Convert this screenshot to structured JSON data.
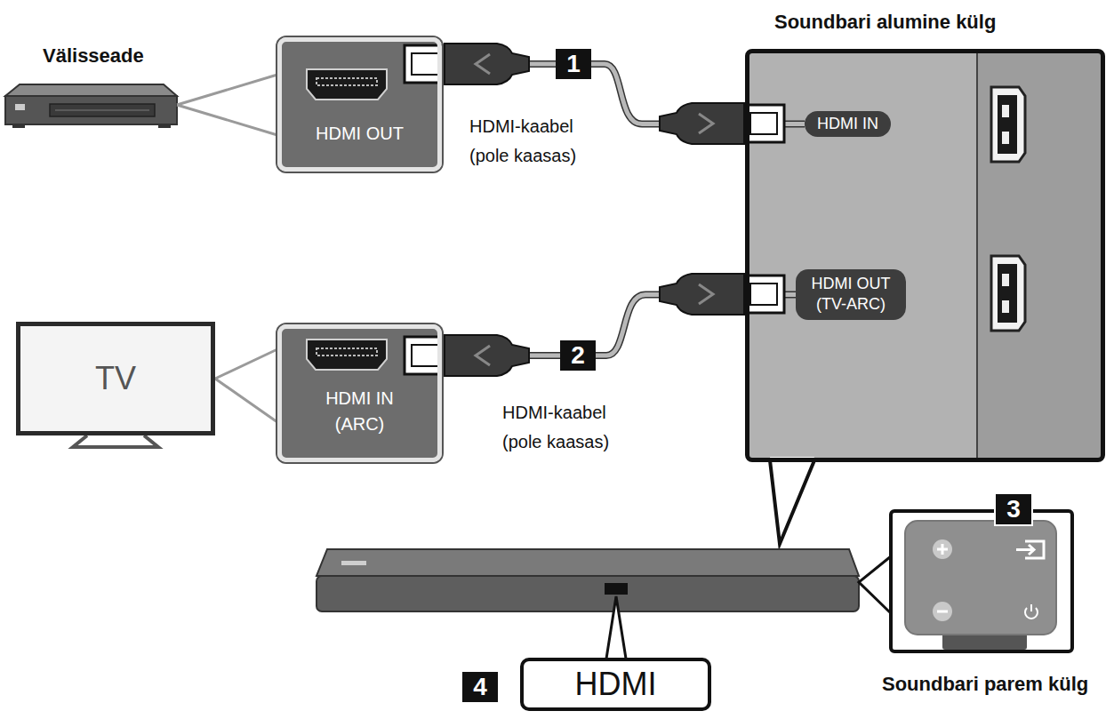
{
  "diagram": {
    "nodes": [
      {
        "text": [
          "HDMI OUT"
        ]
      },
      {
        "text": [
          "Soundbari alumine külg"
        ]
      },
      {
        "text": [
          "HDMI IN"
        ],
        "in": 1
      },
      {
        "text": [
          "HDMI OUT (TV-ARC)"
        ],
        "in": 1
      },
      {
        "text": [
          "TV"
        ]
      },
      {
        "text": [
          "HDMI IN (ARC)"
        ]
      },
      {
        "text": [
          "Soundbari parem külg"
        ]
      },
      {
        "text": [
          "HDMI"
        ]
      }
    ],
    "edges": [
      {
        "from": 0,
        "to": 2,
        "arrow": "none",
        "label": "HDMI-kaabel (pole kaasas)"
      },
      {
        "from": 5,
        "to": 3,
        "arrow": "none",
        "label": "HDMI-kaabel (pole kaasas)"
      },
      {
        "from": 4,
        "to": 5,
        "arrow": "none"
      }
    ],
    "labels": [
      "Välisseade",
      "1",
      "2",
      "3",
      "4"
    ]
  }
}
